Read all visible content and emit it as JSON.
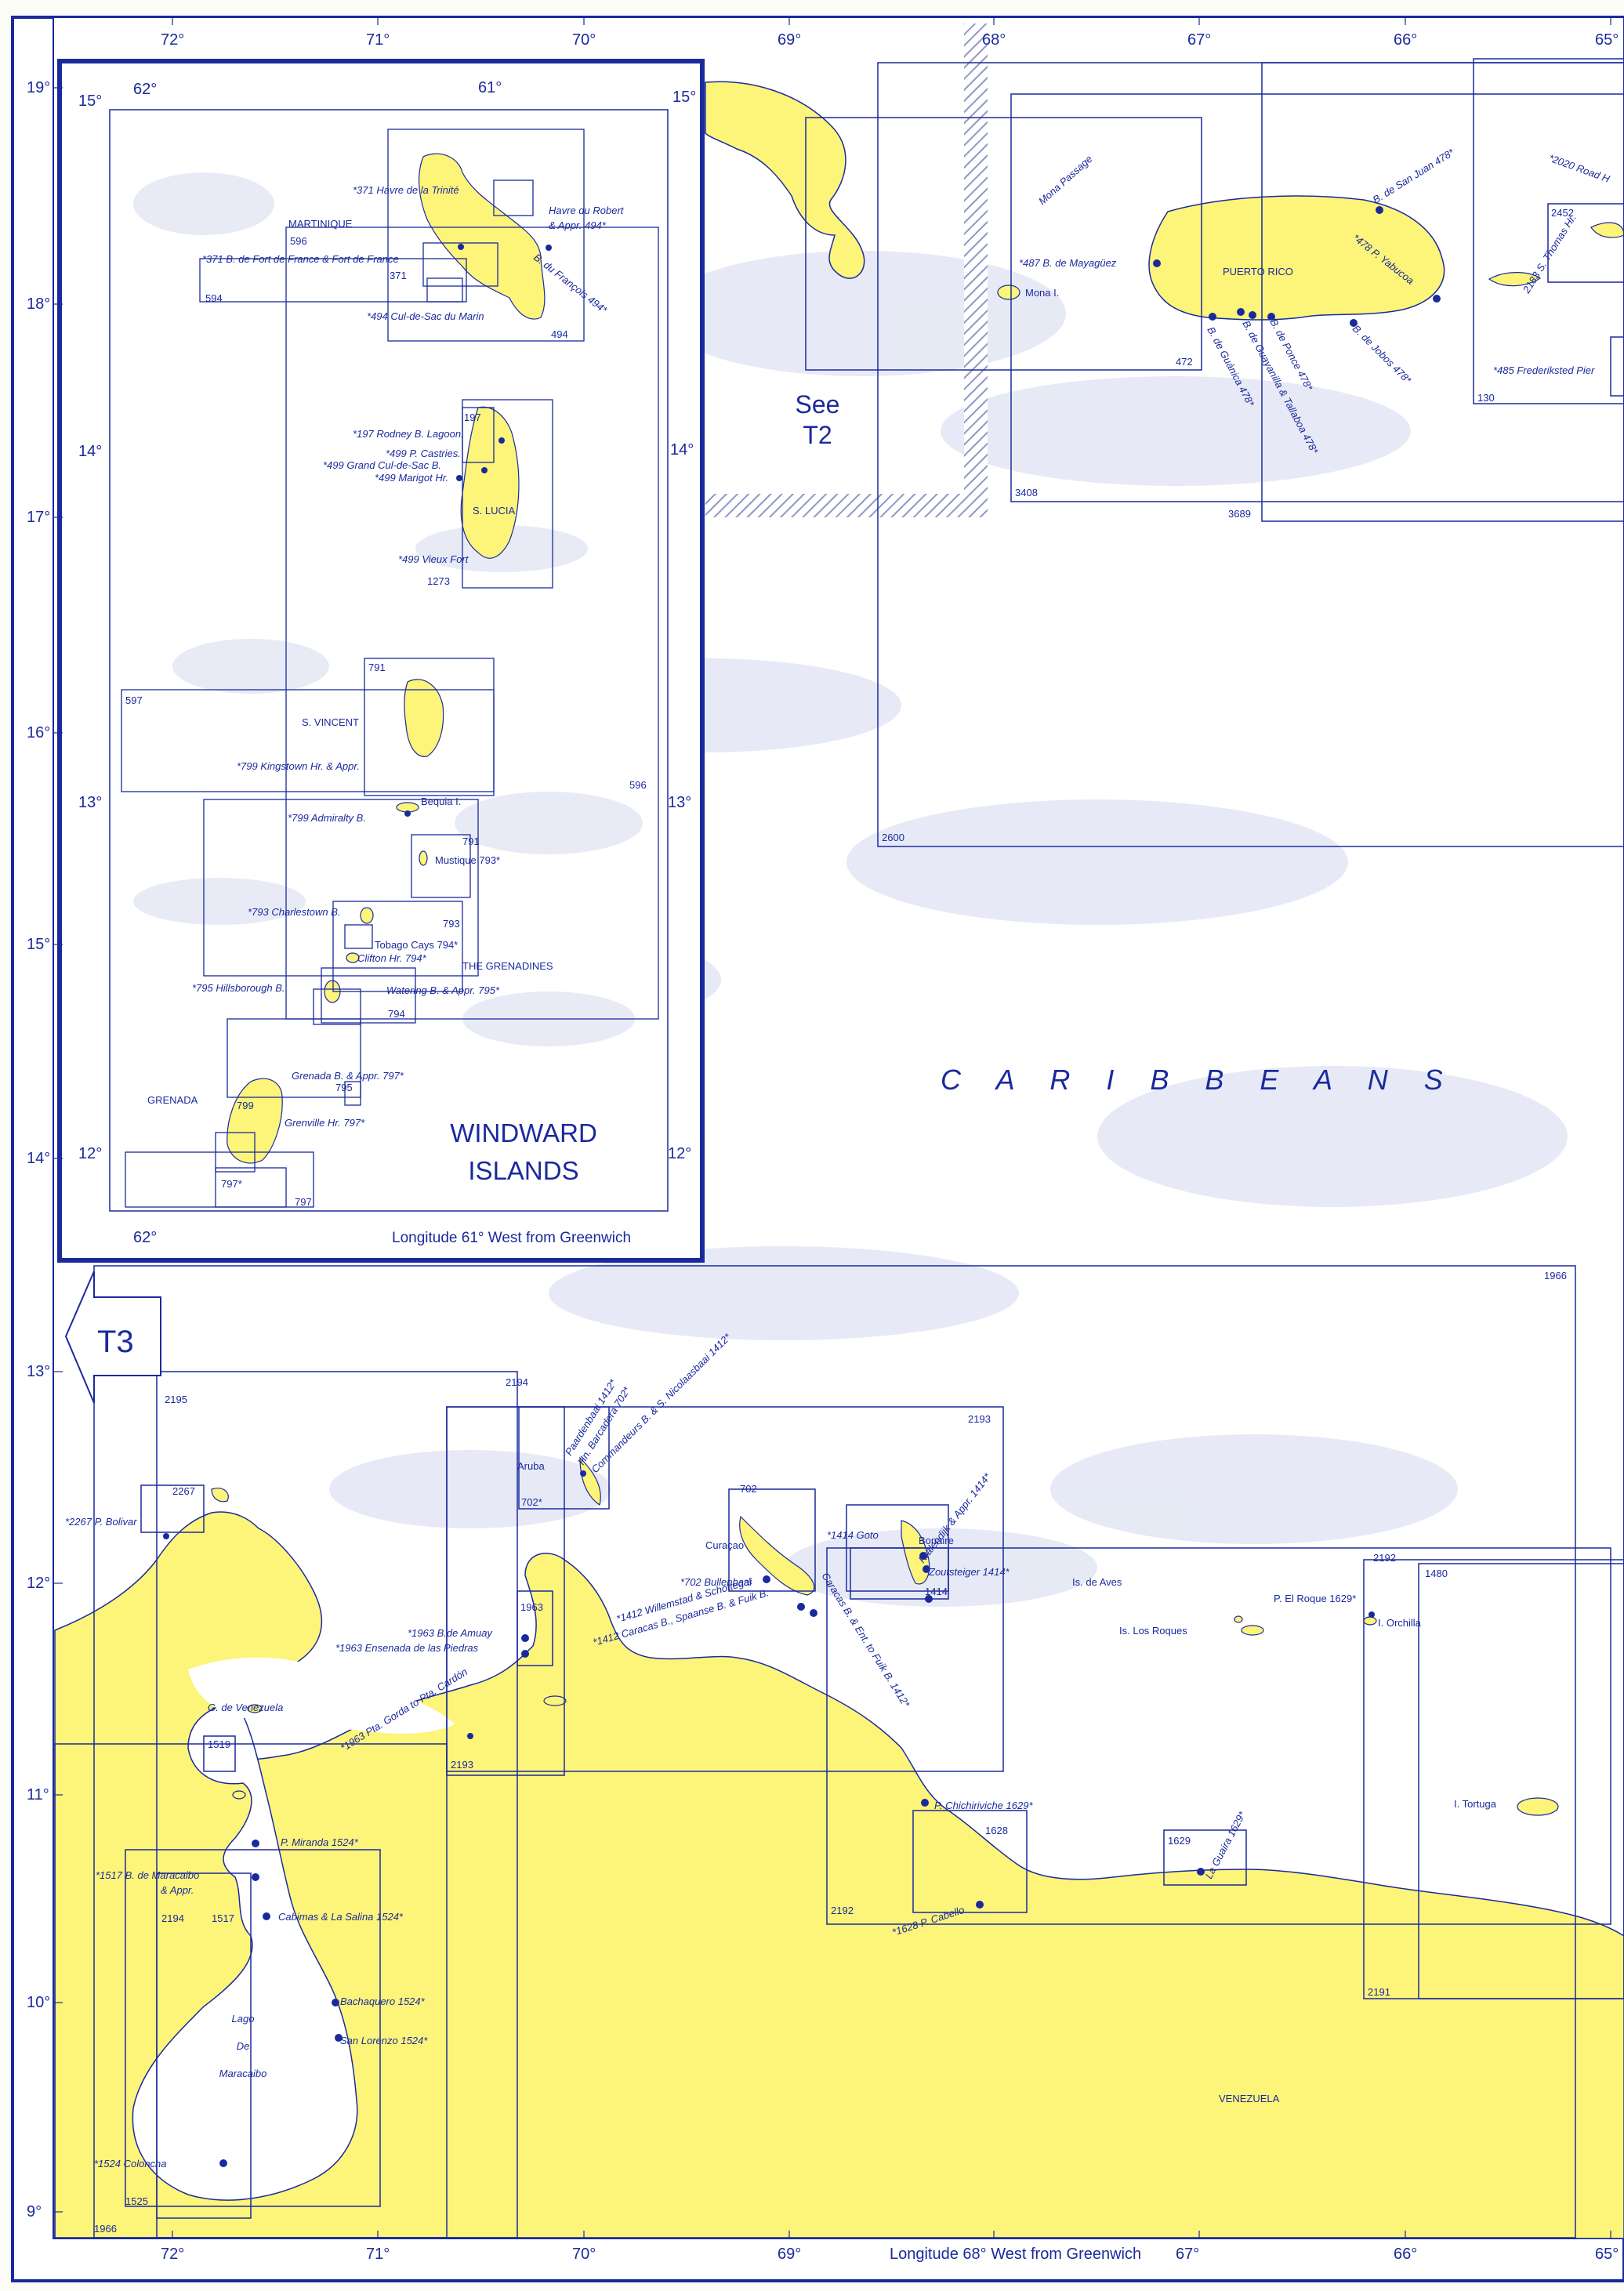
{
  "colors": {
    "land": "#fdf47a",
    "sea": "#ffffff",
    "line": "#1a2a9c",
    "haze": "#dde2f3",
    "frame": "#1a2a9c"
  },
  "frame": {
    "top_lon_ticks": [
      "72°",
      "71°",
      "70°",
      "69°",
      "68°",
      "67°",
      "66°",
      "65°"
    ],
    "bottom_lon_ticks": [
      "72°",
      "71°",
      "70°",
      "69°",
      "68°",
      "67°",
      "66°",
      "65°"
    ],
    "lat_ticks": [
      "19°",
      "18°",
      "17°",
      "16°",
      "15°",
      "14°",
      "13°",
      "12°",
      "11°",
      "10°",
      "9°"
    ],
    "bottom_caption_left": "Longitude 68° West from Greenwich",
    "bottom_caption_right": "67°"
  },
  "inset": {
    "title_line1": "WINDWARD",
    "title_line2": "ISLANDS",
    "lon_ticks_top": [
      "62°",
      "61°"
    ],
    "lon_ticks_bottom": [
      "62°"
    ],
    "lat_ticks_left": [
      "15°",
      "14°",
      "13°",
      "12°"
    ],
    "lat_ticks_right": [
      "15°",
      "14°",
      "13°",
      "12°"
    ],
    "footer": "Longitude 61° West from Greenwich",
    "places": {
      "martinique": "MARTINIQUE",
      "st_lucia": "S. LUCIA",
      "st_vincent": "S. VINCENT",
      "bequia": "Bequia I.",
      "mustique": "Mustique 793*",
      "grenadines": "THE GRENADINES",
      "grenada": "GRENADA",
      "tobago_cays": "Tobago Cays 794*"
    },
    "ports": [
      "*371 Havre de la Trinité",
      "Havre du Robert",
      "& Appr. 494*",
      "B. du François 494*",
      "*371 B. de Fort de France & Fort de France",
      "*494 Cul-de-Sac du Marin",
      "*197 Rodney B. Lagoon.",
      "*499 P. Castries.",
      "*499 Grand Cul-de-Sac B.",
      "*499 Marigot Hr.",
      "*499 Vieux Fort",
      "*799 Kingstown Hr. & Appr.",
      "*799 Admiralty B.",
      "*793 Charlestown B.",
      "Clifton Hr. 794*",
      "*795 Hillsborough B.",
      "Watering B. & Appr. 795*",
      "Grenada B. & Appr. 797*",
      "Grenville Hr. 797*"
    ],
    "chart_numbers": [
      "596",
      "594",
      "371",
      "494",
      "197",
      "1273",
      "791",
      "597",
      "596",
      "791",
      "793",
      "794",
      "795",
      "799",
      "797*",
      "797"
    ]
  },
  "north": {
    "see_line1": "See",
    "see_line2": "T2",
    "mona_passage": "Mona Passage",
    "mona_island": "Mona I.",
    "puerto_rico": "PUERTO RICO",
    "ports": [
      "*487 B. de Mayagüez",
      "B. de San Juan 478*",
      "*478 P. Yabucoa",
      "B. de Guánica 478*",
      "B. de Guayanilla & Tallaboa 478*",
      "B. de Ponce 478*",
      "B. de Jobos 478*",
      "*2020 Road H",
      "2183 S. Thomas Hr.",
      "*485 Frederiksted Pier"
    ],
    "chart_numbers": [
      "472",
      "3408",
      "3689",
      "2452",
      "130",
      "2600"
    ]
  },
  "sea_label": "C A R I B B E A N   S",
  "south": {
    "t3": "T3",
    "gulf": "G. de Venezuela",
    "lake_line1": "Lago",
    "lake_line2": "De",
    "lake_line3": "Maracaibo",
    "venezuela": "VENEZUELA",
    "islands": {
      "aruba": "Aruba",
      "curacao": "Curaçao",
      "bonaire": "Bonaire",
      "aves": "Is. de Aves",
      "los_roques": "Is. Los Roques",
      "orchilla": "I. Orchilla",
      "tortuga": "I. Tortuga",
      "el_roque": "P. El Roque 1629*"
    },
    "ports": [
      "*2267 P. Bolivar",
      "Paardenbaai 1412*",
      "Hn. Barcadera 702*",
      "Commandeurs B. & S. Nicolaasbaai 1412*",
      "*1963 B.de Amuay",
      "*1963 Ensenada de las Piedras",
      "*1963 Pta. Gorda to Pta. Cardón",
      "*702 Bullenbaai",
      "*1412 Willemstad & Schottegat",
      "*1412 Caracas B., Spaanse B. & Fuik B.",
      "Caracas B. & Ent. to Fuik B. 1412*",
      "*1414 Goto",
      "Kralendijk & Appr. 1414*",
      "Zoutsteiger 1414*",
      "P. Chichiriviche 1629*",
      "*1628 P. Cabello",
      "La Guaira 1629*",
      "P. Miranda 1524*",
      "*1517 B. de Maracaibo",
      "& Appr.",
      "Cabimas & La Salina 1524*",
      "Bachaquero 1524*",
      "San Lorenzo 1524*",
      "*1524 Coloncha"
    ],
    "chart_numbers": [
      "1966",
      "2195",
      "2194",
      "2193",
      "2267",
      "702*",
      "702",
      "1963",
      "2193",
      "1414",
      "2192",
      "1480",
      "1519",
      "1628",
      "1629",
      "2192",
      "2194",
      "1517",
      "1525",
      "1966",
      "2191"
    ]
  }
}
